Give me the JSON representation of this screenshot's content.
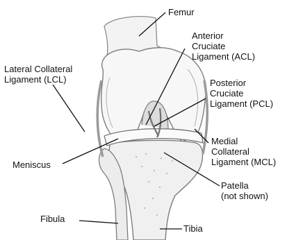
{
  "labels": {
    "femur": "Femur",
    "acl": [
      "Anterior",
      "Cruciate",
      "Ligament (ACL)"
    ],
    "lcl": [
      "Lateral Collateral",
      "Ligament (LCL)"
    ],
    "pcl": [
      "Posterior",
      "Cruciate",
      "Ligament (PCL)"
    ],
    "meniscus": "Meniscus",
    "mcl": [
      "Medial",
      "Collateral",
      "Ligament (MCL)"
    ],
    "patella": [
      "Patella",
      "(not shown)"
    ],
    "fibula": "Fibula",
    "tibia": "Tibia"
  }
}
